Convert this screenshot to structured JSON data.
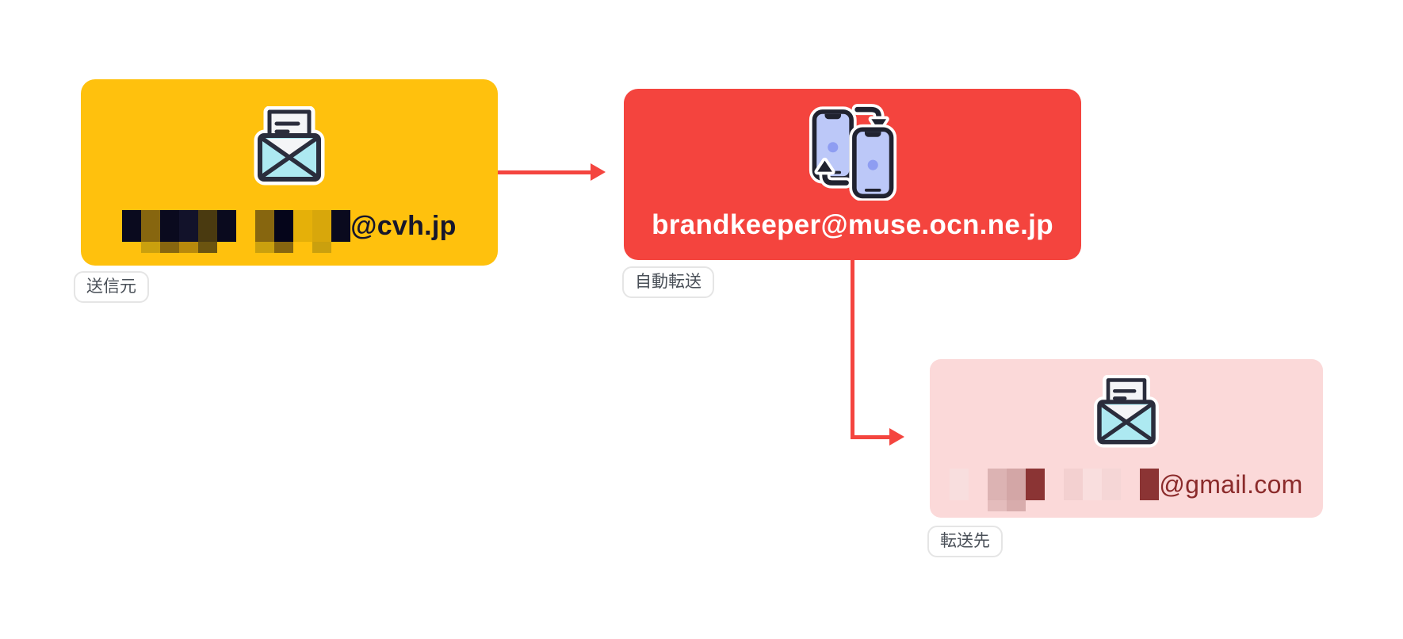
{
  "canvas": {
    "background": "#ffffff"
  },
  "diagram": {
    "arrow_color": "#F4453F",
    "nodes": {
      "source": {
        "color": "#FFC10D",
        "icon": "open-envelope-icon",
        "email_redacted": true,
        "email_suffix": "@cvh.jp",
        "email_text_color": "#16162C",
        "label": "送信元",
        "redaction_blocks": [
          {
            "c": "#0A0A1E"
          },
          {
            "c": "#87660F",
            "d": "#CAA00E"
          },
          {
            "c": "#0A0A1E",
            "d": "#87660F"
          },
          {
            "c": "#12122A",
            "d": "#B8890C"
          },
          {
            "c": "#4A3A10",
            "d": "#6B5410"
          },
          {
            "c": "#0A0A1E"
          },
          {
            "c": "transparent"
          },
          {
            "c": "#87660F",
            "d": "#CAA00E"
          },
          {
            "c": "#05051A",
            "d": "#87660F"
          },
          {
            "c": "#E5B009"
          },
          {
            "c": "#D8A70B",
            "d": "#CAA00E"
          },
          {
            "c": "#0A0A1E"
          }
        ]
      },
      "forwarder": {
        "color": "#F4443E",
        "icon": "phone-transfer-icon",
        "email": "brandkeeper@muse.ocn.ne.jp",
        "email_text_color": "#FFFFFF",
        "label": "自動転送"
      },
      "destination": {
        "color": "#FBD9D9",
        "icon": "open-envelope-icon",
        "email_redacted": true,
        "email_suffix": "@gmail.com",
        "email_text_color": "#8B2B2B",
        "label": "転送先",
        "redaction_blocks": [
          {
            "c": "#F8DEDE"
          },
          {
            "c": "transparent"
          },
          {
            "c": "#DCB3B3",
            "d": "#E4BCBC"
          },
          {
            "c": "#D3A6A6",
            "d": "#D8ACAC"
          },
          {
            "c": "#8B3434"
          },
          {
            "c": "transparent"
          },
          {
            "c": "#F3D0D0"
          },
          {
            "c": "#F9DEDE"
          },
          {
            "c": "#F5D6D6"
          },
          {
            "c": "transparent"
          },
          {
            "c": "#8B3434"
          }
        ]
      }
    }
  }
}
